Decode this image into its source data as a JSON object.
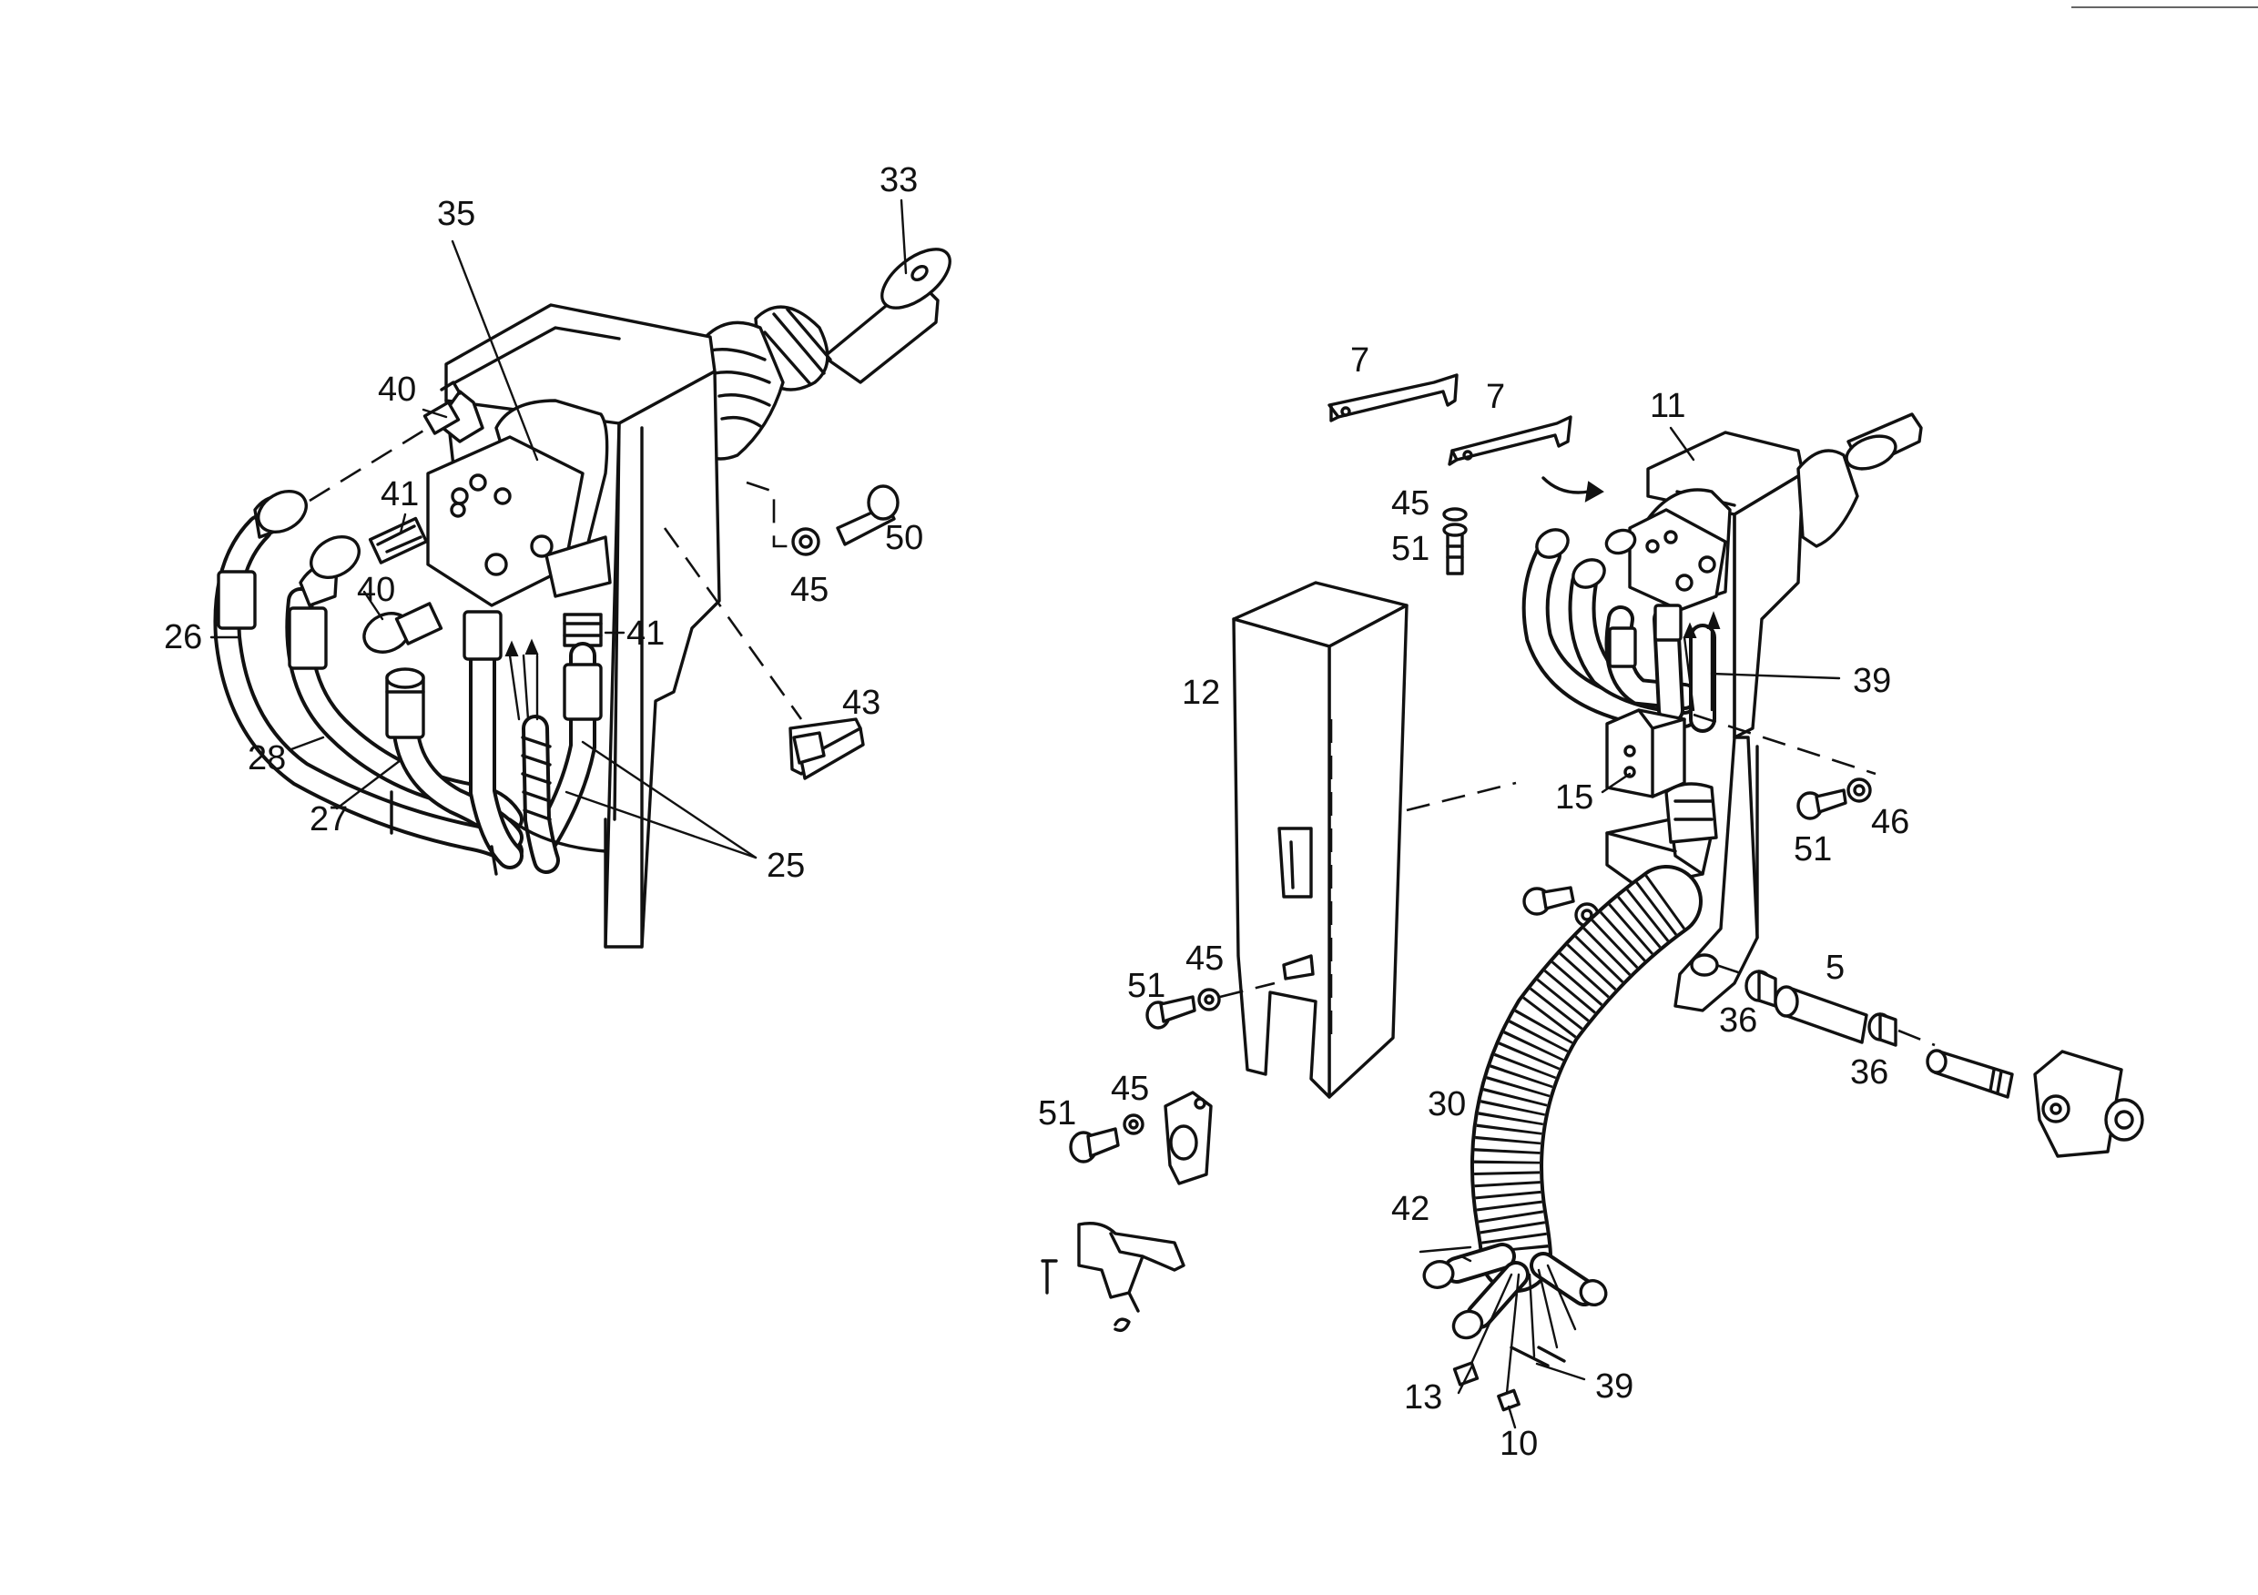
{
  "labels": {
    "p33": "33",
    "p35": "35",
    "p40a": "40",
    "p41a": "41",
    "p40b": "40",
    "p41b": "41",
    "p26": "26",
    "p28": "28",
    "p27": "27",
    "p25": "25",
    "p50": "50",
    "p45a": "45",
    "p43": "43",
    "p7a": "7",
    "p7b": "7",
    "p11": "11",
    "p45b": "45",
    "p51a": "51",
    "p12": "12",
    "p39a": "39",
    "p15": "15",
    "p51b": "51",
    "p46": "46",
    "p51c": "51",
    "p45c": "45",
    "p5": "5",
    "p36a": "36",
    "p36b": "36",
    "p51d": "51",
    "p45d": "45",
    "p30": "30",
    "p42": "42",
    "p13": "13",
    "p39b": "39",
    "p10": "10"
  }
}
